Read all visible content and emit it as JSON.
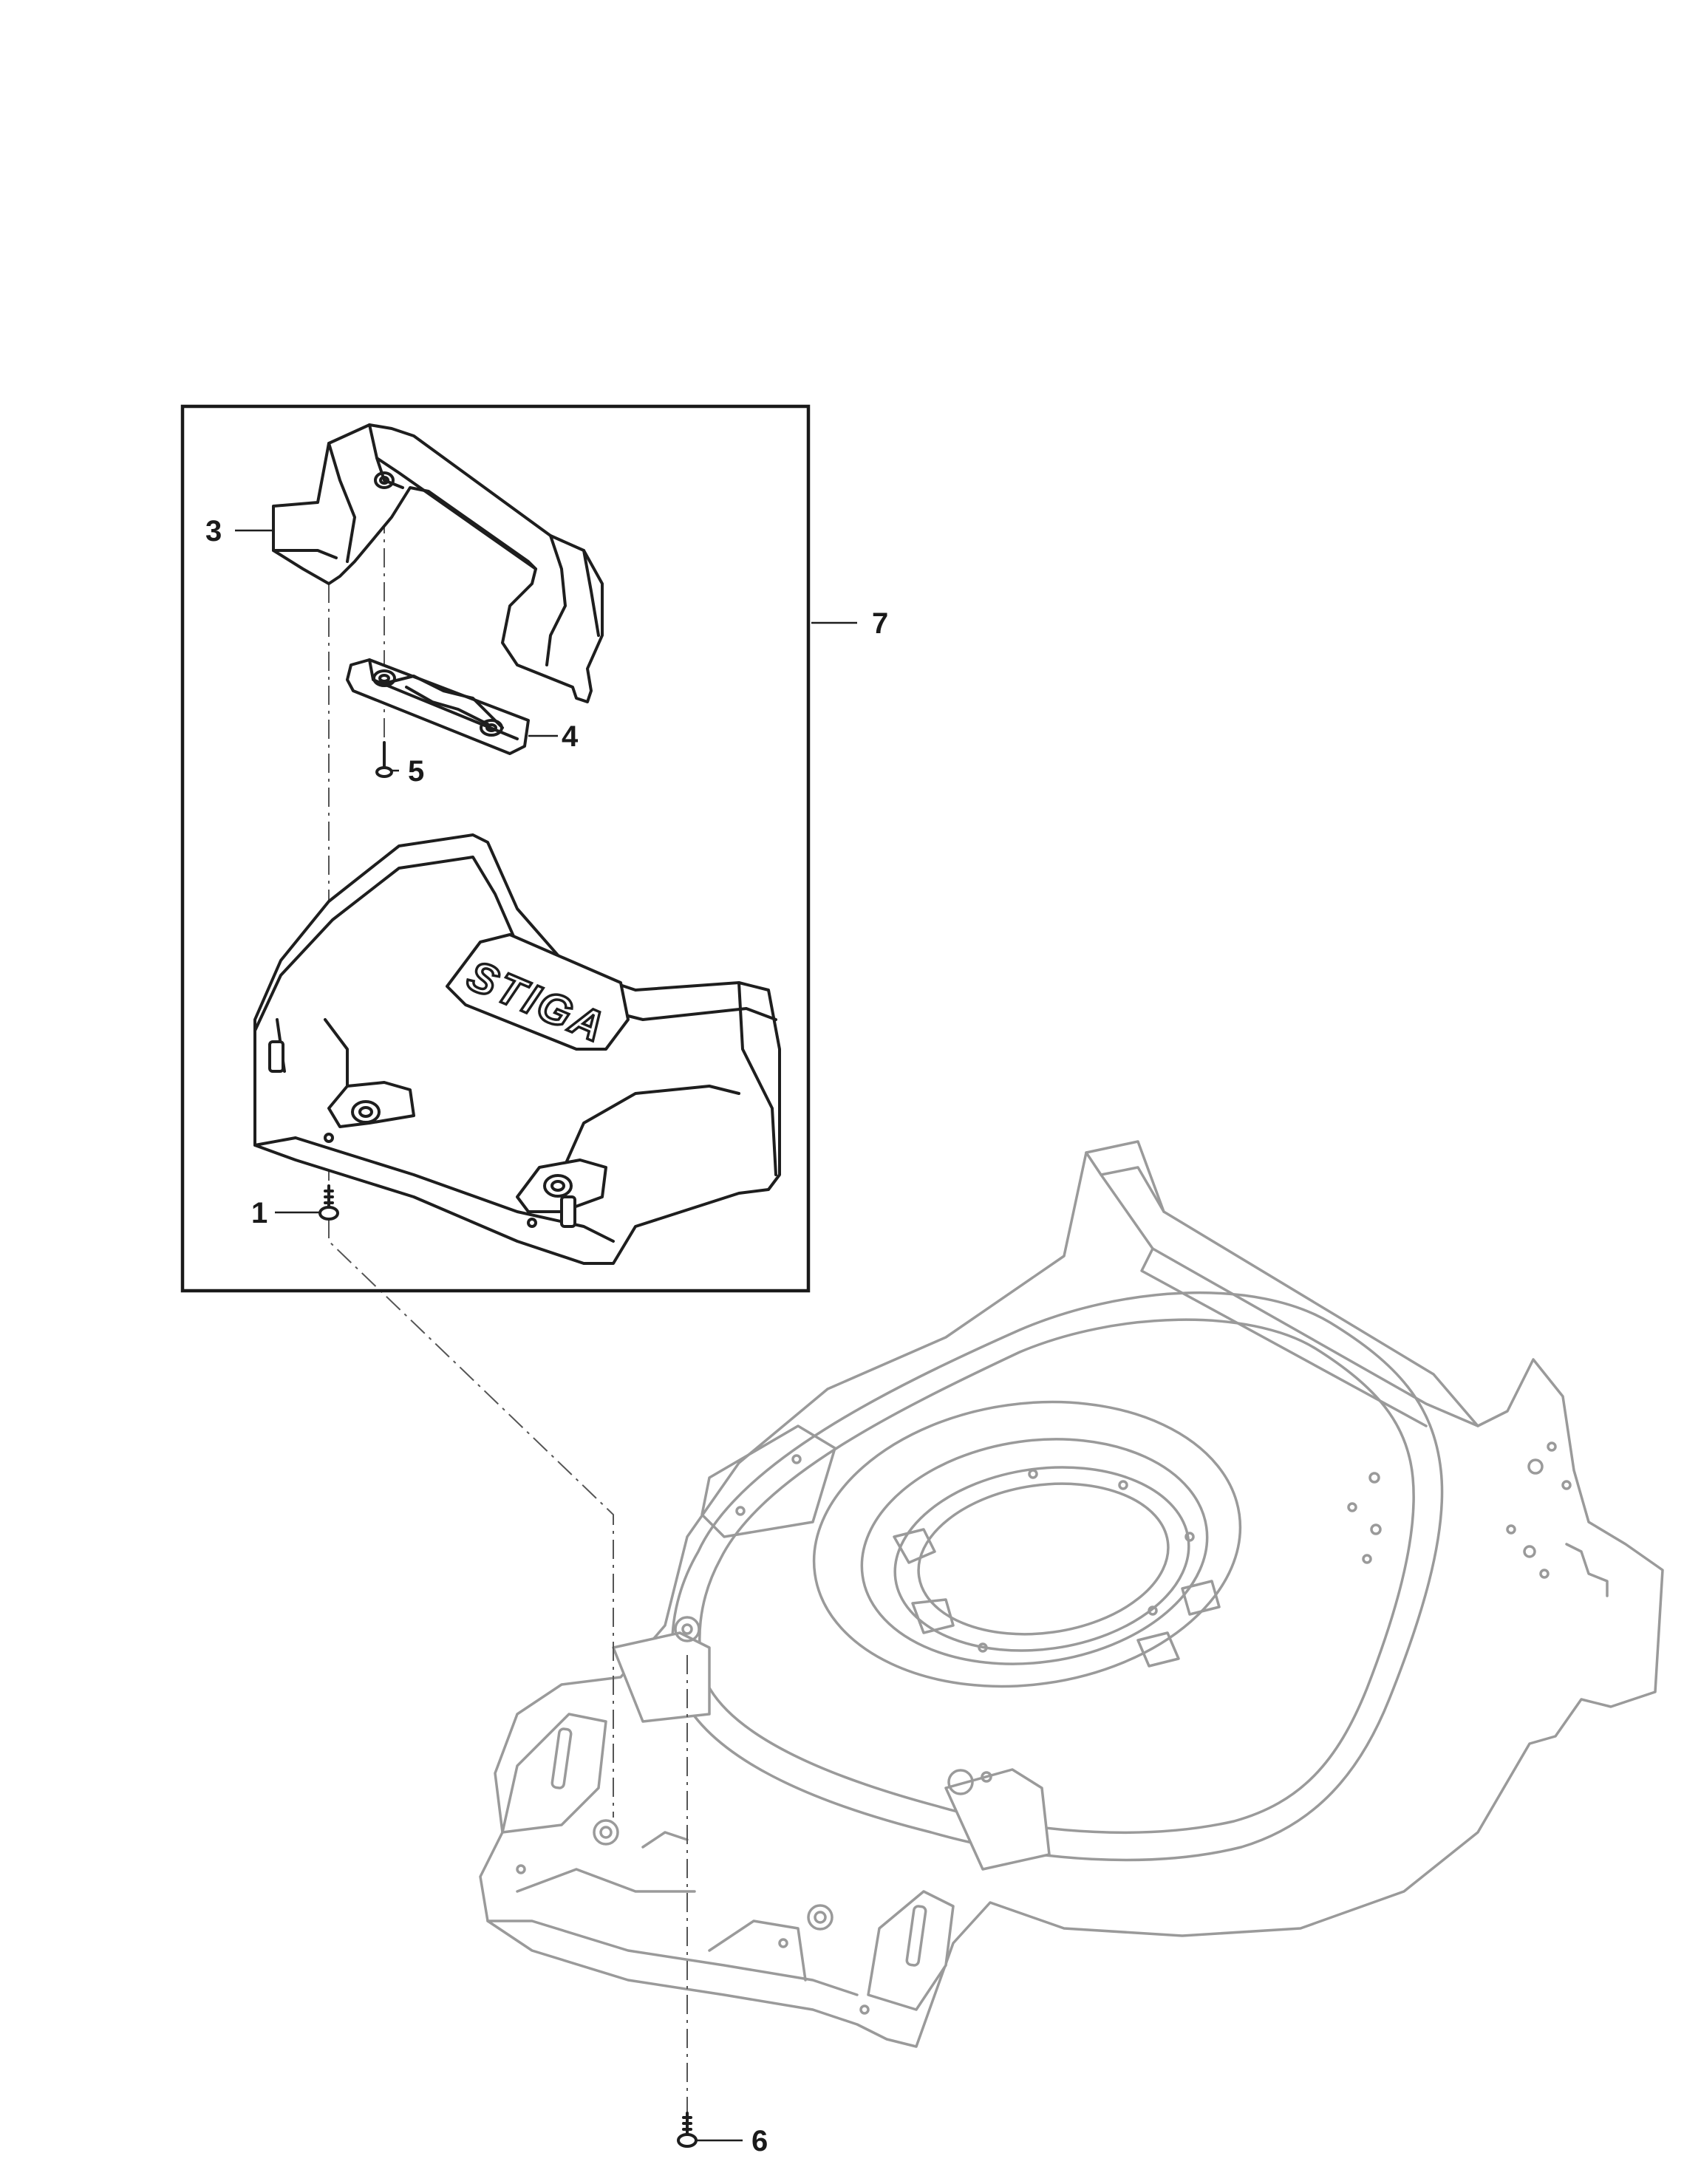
{
  "callouts": {
    "c1": "1",
    "c3": "3",
    "c4": "4",
    "c5": "5",
    "c6": "6",
    "c7": "7"
  },
  "logo": "STIGA",
  "colors": {
    "kit_outline": "#1e1e1e",
    "deck_outline": "#9a9a9a",
    "background": "#ffffff"
  }
}
